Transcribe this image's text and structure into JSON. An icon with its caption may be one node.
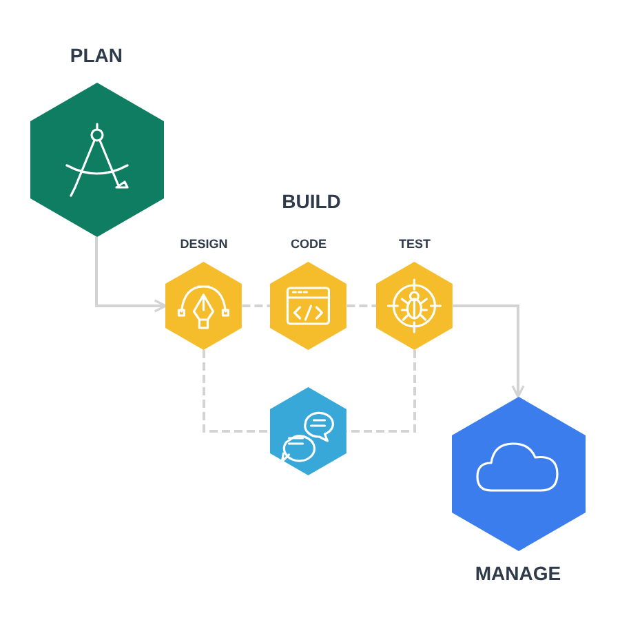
{
  "diagram": {
    "nodes": [
      {
        "text": [
          "PLAN"
        ]
      },
      {
        "text": [
          "DESIGN"
        ]
      },
      {
        "text": [
          "CODE"
        ]
      },
      {
        "text": [
          "TEST"
        ]
      },
      {
        "text": [],
        "shape": "hexagon"
      },
      {
        "text": [
          "MANAGE"
        ]
      }
    ],
    "edges": [
      {
        "from": 0,
        "to": 1,
        "arrow": "to"
      },
      {
        "from": 1,
        "to": 2,
        "arrow": "none",
        "style": "dashed"
      },
      {
        "from": 2,
        "to": 3,
        "arrow": "none",
        "style": "dashed"
      },
      {
        "from": 1,
        "to": 4,
        "arrow": "none",
        "style": "dashed"
      },
      {
        "from": 3,
        "to": 4,
        "arrow": "none",
        "style": "dashed"
      },
      {
        "from": 3,
        "to": 5,
        "arrow": "to"
      }
    ],
    "labels": [
      "BUILD"
    ]
  }
}
